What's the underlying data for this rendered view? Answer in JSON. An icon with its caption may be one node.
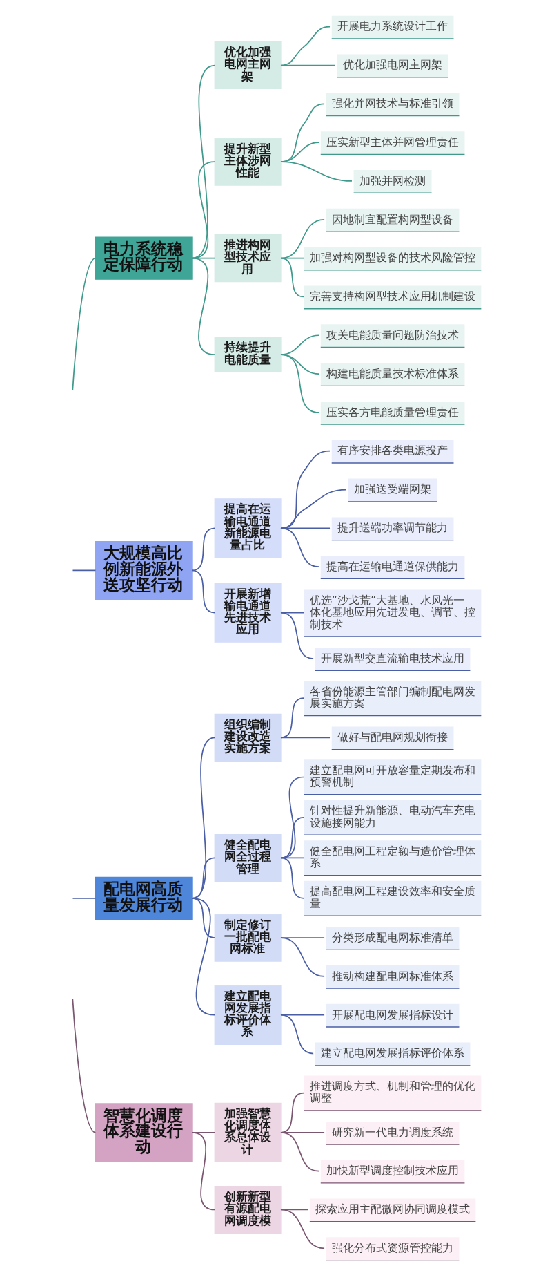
{
  "diagram": {
    "nodes": [
      {
        "text": [
          "电力系统稳定保障行动"
        ]
      },
      {
        "text": [
          "优化加强电网主网架"
        ]
      },
      {
        "text": [
          "开展电力系统设计工作"
        ]
      },
      {
        "text": [
          "优化加强电网主网架"
        ]
      },
      {
        "text": [
          "提升新型主体涉网性能"
        ]
      },
      {
        "text": [
          "强化并网技术与标准引领"
        ]
      },
      {
        "text": [
          "压实新型主体并网管理责任"
        ]
      },
      {
        "text": [
          "加强并网检测"
        ]
      },
      {
        "text": [
          "推进构网型技术应用"
        ]
      },
      {
        "text": [
          "因地制宜配置构网型设备"
        ]
      },
      {
        "text": [
          "加强对构网型设备的技术风险管控"
        ]
      },
      {
        "text": [
          "完善支持构网型技术应用机制建设"
        ]
      },
      {
        "text": [
          "持续提升电能质量"
        ]
      },
      {
        "text": [
          "攻关电能质量问题防治技术"
        ]
      },
      {
        "text": [
          "构建电能质量技术标准体系"
        ]
      },
      {
        "text": [
          "压实各方电能质量管理责任"
        ]
      },
      {
        "text": [
          "大规模高比例新能源外送攻坚行动"
        ]
      },
      {
        "text": [
          "提高在运输电通道新能源电量占比"
        ]
      },
      {
        "text": [
          "有序安排各类电源投产"
        ]
      },
      {
        "text": [
          "加强送受端网架"
        ]
      },
      {
        "text": [
          "提升送端功率调节能力"
        ]
      },
      {
        "text": [
          "提高在运输电通道保供能力"
        ]
      },
      {
        "text": [
          "开展新增输电通道先进技术应用"
        ]
      },
      {
        "text": [
          "优选“沙戈荒”大基地、水风光一体化基地应用先进发电、调节、控制技术"
        ]
      },
      {
        "text": [
          "开展新型交直流输电技术应用"
        ]
      },
      {
        "text": [
          "配电网高质量发展行动"
        ]
      },
      {
        "text": [
          "组织编制建设改造实施方案"
        ]
      },
      {
        "text": [
          "各省份能源主管部门编制配电网发展实施方案"
        ]
      },
      {
        "text": [
          "做好与配电网规划衔接"
        ]
      },
      {
        "text": [
          "健全配电网全过程管理"
        ]
      },
      {
        "text": [
          "建立配电网可开放容量定期发布和预警机制"
        ]
      },
      {
        "text": [
          "针对性提升新能源、电动汽车充电设施接网能力"
        ]
      },
      {
        "text": [
          "健全配电网工程定额与造价管理体系"
        ]
      },
      {
        "text": [
          "提高配电网工程建设效率和安全质量"
        ]
      },
      {
        "text": [
          "制定修订一批配电网标准"
        ]
      },
      {
        "text": [
          "分类形成配电网标准清单"
        ]
      },
      {
        "text": [
          "推动构建配电网标准体系"
        ]
      },
      {
        "text": [
          "建立配电网发展指标评价体系"
        ]
      },
      {
        "text": [
          "开展配电网发展指标设计"
        ]
      },
      {
        "text": [
          "建立配电网发展指标评价体系"
        ]
      },
      {
        "text": [
          "智慧化调度体系建设行动"
        ]
      },
      {
        "text": [
          "加强智慧化调度体系总体设计"
        ]
      },
      {
        "text": [
          "推进调度方式、机制和管理的优化调整"
        ]
      },
      {
        "text": [
          "研究新一代电力调度系统"
        ]
      },
      {
        "text": [
          "加快新型调度控制技术应用"
        ]
      },
      {
        "text": [
          "创新新型有源配电网调度模"
        ]
      },
      {
        "text": [
          "探索应用主配微网协同调度模式"
        ]
      },
      {
        "text": [
          "强化分布式资源管控能力"
        ]
      }
    ],
    "edges": [
      {
        "from": null,
        "to": 0,
        "arrow": "none",
        "color": "#3f9a8c"
      },
      {
        "from": 0,
        "to": 1,
        "arrow": "none",
        "color": "#3f9a8c"
      },
      {
        "from": 1,
        "to": 2,
        "arrow": "none",
        "color": "#3f9a8c"
      },
      {
        "from": 1,
        "to": 3,
        "arrow": "none",
        "color": "#3f9a8c"
      },
      {
        "from": 0,
        "to": 4,
        "arrow": "none",
        "color": "#3f9a8c"
      },
      {
        "from": 4,
        "to": 5,
        "arrow": "none",
        "color": "#3f9a8c"
      },
      {
        "from": 4,
        "to": 6,
        "arrow": "none",
        "color": "#3f9a8c"
      },
      {
        "from": 4,
        "to": 7,
        "arrow": "none",
        "color": "#3f9a8c"
      },
      {
        "from": 0,
        "to": 8,
        "arrow": "none",
        "color": "#3f9a8c"
      },
      {
        "from": 8,
        "to": 9,
        "arrow": "none",
        "color": "#3f9a8c"
      },
      {
        "from": 8,
        "to": 10,
        "arrow": "none",
        "color": "#3f9a8c"
      },
      {
        "from": 8,
        "to": 11,
        "arrow": "none",
        "color": "#3f9a8c"
      },
      {
        "from": 0,
        "to": 12,
        "arrow": "none",
        "color": "#3f9a8c"
      },
      {
        "from": 12,
        "to": 13,
        "arrow": "none",
        "color": "#3f9a8c"
      },
      {
        "from": 12,
        "to": 14,
        "arrow": "none",
        "color": "#3f9a8c"
      },
      {
        "from": 12,
        "to": 15,
        "arrow": "none",
        "color": "#3f9a8c"
      },
      {
        "from": null,
        "to": 16,
        "arrow": "none"
      },
      {
        "from": 16,
        "to": 17,
        "arrow": "none"
      },
      {
        "from": 17,
        "to": 18,
        "arrow": "none"
      },
      {
        "from": 17,
        "to": 19,
        "arrow": "none"
      },
      {
        "from": 17,
        "to": 20,
        "arrow": "none"
      },
      {
        "from": 17,
        "to": 21,
        "arrow": "none"
      },
      {
        "from": 16,
        "to": 22,
        "arrow": "none"
      },
      {
        "from": 22,
        "to": 23,
        "arrow": "none"
      },
      {
        "from": 22,
        "to": 24,
        "arrow": "none"
      },
      {
        "from": null,
        "to": 25,
        "arrow": "none"
      },
      {
        "from": 25,
        "to": 26,
        "arrow": "none"
      },
      {
        "from": 26,
        "to": 27,
        "arrow": "none"
      },
      {
        "from": 26,
        "to": 28,
        "arrow": "none"
      },
      {
        "from": 25,
        "to": 29,
        "arrow": "none"
      },
      {
        "from": 29,
        "to": 30,
        "arrow": "none"
      },
      {
        "from": 29,
        "to": 31,
        "arrow": "none"
      },
      {
        "from": 29,
        "to": 32,
        "arrow": "none"
      },
      {
        "from": 29,
        "to": 33,
        "arrow": "none"
      },
      {
        "from": 25,
        "to": 34,
        "arrow": "none"
      },
      {
        "from": 34,
        "to": 35,
        "arrow": "none"
      },
      {
        "from": 34,
        "to": 36,
        "arrow": "none"
      },
      {
        "from": 25,
        "to": 37,
        "arrow": "none"
      },
      {
        "from": 37,
        "to": 38,
        "arrow": "none"
      },
      {
        "from": 37,
        "to": 39,
        "arrow": "none"
      },
      {
        "from": null,
        "to": 40,
        "arrow": "none",
        "color": "#7b5670"
      },
      {
        "from": 40,
        "to": 41,
        "arrow": "none",
        "color": "#7b5670"
      },
      {
        "from": 41,
        "to": 42,
        "arrow": "none",
        "color": "#7b5670"
      },
      {
        "from": 41,
        "to": 43,
        "arrow": "none",
        "color": "#7b5670"
      },
      {
        "from": 41,
        "to": 44,
        "arrow": "none",
        "color": "#7b5670"
      },
      {
        "from": 40,
        "to": 45,
        "arrow": "none",
        "color": "#7b5670"
      },
      {
        "from": 45,
        "to": 46,
        "arrow": "none",
        "color": "#7b5670"
      },
      {
        "from": 45,
        "to": 47,
        "arrow": "none",
        "color": "#7b5670"
      }
    ]
  }
}
